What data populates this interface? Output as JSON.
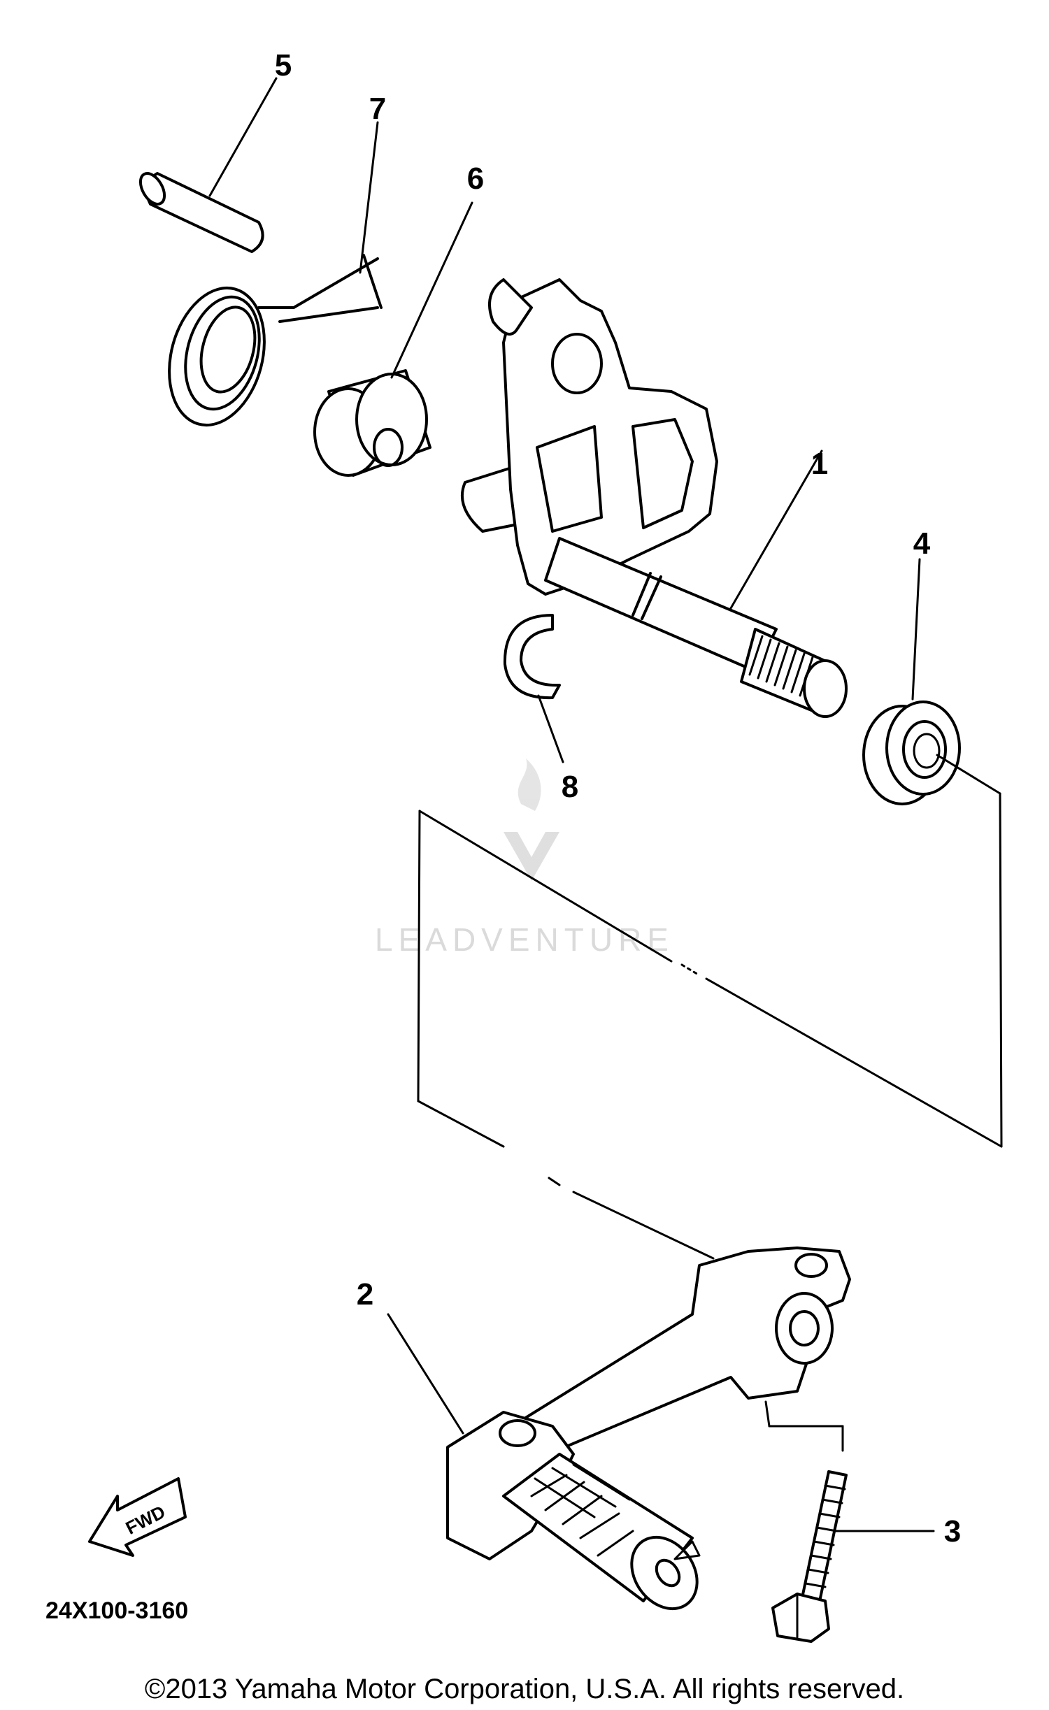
{
  "callouts": {
    "c1": "1",
    "c2": "2",
    "c3": "3",
    "c4": "4",
    "c5": "5",
    "c6": "6",
    "c7": "7",
    "c8": "8"
  },
  "diagram_code": "24X100-3160",
  "fwd_label": "FWD",
  "watermark": "LEADVENTURE",
  "copyright": "©2013 Yamaha Motor Corporation, U.S.A. All rights reserved."
}
